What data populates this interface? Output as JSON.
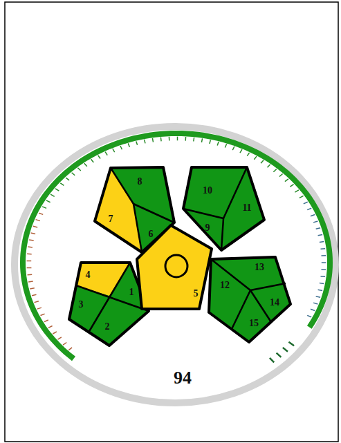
{
  "diagram": {
    "labels": [
      "8",
      "7",
      "6",
      "10",
      "11",
      "9",
      "4",
      "1",
      "3",
      "2",
      "5",
      "12",
      "13",
      "14",
      "15",
      "94"
    ]
  }
}
